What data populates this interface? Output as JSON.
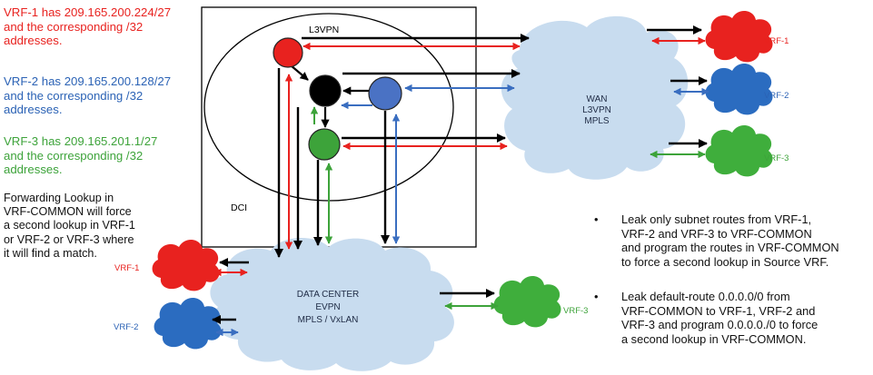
{
  "notes": {
    "vrf1": {
      "lines": [
        "VRF-1 has 209.165.200.224/27",
        "and the corresponding /32",
        "addresses."
      ],
      "color": "#e8221f"
    },
    "vrf2": {
      "lines": [
        "VRF-2 has 209.165.200.128/27",
        "and the corresponding /32",
        "addresses."
      ],
      "color": "#2b62b5"
    },
    "vrf3": {
      "lines": [
        "VRF-3 has 209.165.201.1/27",
        "and the corresponding /32",
        "addresses."
      ],
      "color": "#3da33a"
    },
    "forwarding": {
      "lines": [
        "Forwarding Lookup in",
        "VRF-COMMON will force",
        "a second lookup in VRF-1",
        "or VRF-2 or VRF-3 where",
        "it will find a match."
      ],
      "color": "#111111"
    }
  },
  "diagram": {
    "dci_label": "DCI",
    "l3vpn_label": "L3VPN",
    "wan_cloud": [
      "WAN",
      "L3VPN",
      "MPLS"
    ],
    "dc_cloud": [
      "DATA CENTER",
      "EVPN",
      "MPLS / VxLAN"
    ],
    "wan_vrf_labels": [
      "VRF-1",
      "VRF-2",
      "VRF-3"
    ],
    "dc_vrf_labels": [
      "VRF-1",
      "VRF-2",
      "VRF-3"
    ]
  },
  "bullets": [
    {
      "lines": [
        "Leak only subnet routes from VRF-1,",
        "VRF-2 and VRF-3 to VRF-COMMON",
        "and program the routes in VRF-COMMON",
        "to force a second lookup in Source VRF."
      ]
    },
    {
      "lines": [
        "Leak default-route 0.0.0.0/0 from",
        "VRF-COMMON to VRF-1, VRF-2 and",
        "VRF-3 and program 0.0.0.0./0 to force",
        "a second lookup in VRF-COMMON."
      ]
    }
  ],
  "colors": {
    "red": "#e8221f",
    "blue": "#3a6ec0",
    "green": "#3da33a",
    "black": "#000000",
    "cloud": "#c8dcef",
    "cloud_text": "#1e2a44",
    "vrf_label_red": "#e8221f",
    "vrf_label_blue": "#2b62b5",
    "vrf_label_green": "#3da33a"
  }
}
